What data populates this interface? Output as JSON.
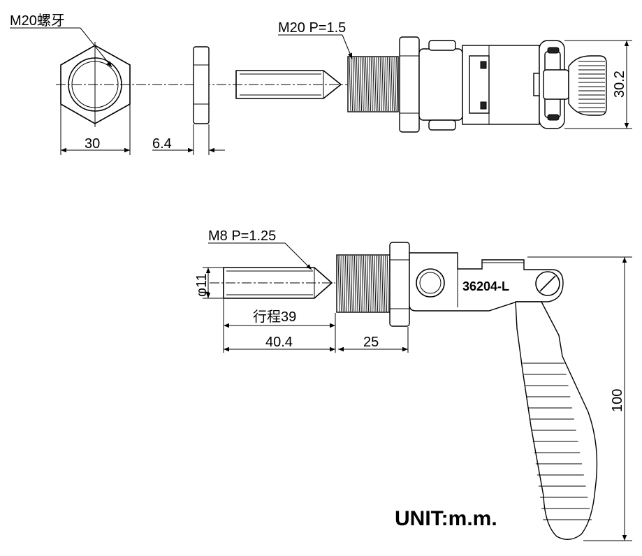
{
  "labels": {
    "nut_thread": "M20螺牙",
    "thread_top": "M20 P=1.5",
    "nut_width": "30",
    "washer_thick": "6.4",
    "body_height": "30.2",
    "plunger_thread": "M8 P=1.25",
    "plunger_dia": "φ11",
    "stroke": "行程39",
    "plunger_len": "40.4",
    "thread_len": "25",
    "total_height": "100",
    "model": "36204-L",
    "unit": "UNIT:m.m."
  }
}
